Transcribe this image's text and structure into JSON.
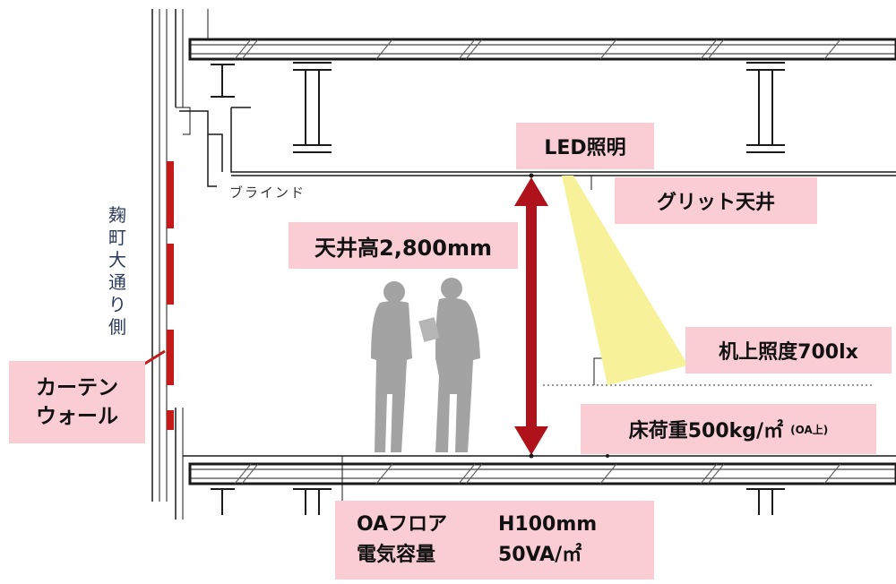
{
  "labels": {
    "led_lighting": "LED照明",
    "grid_ceiling": "グリット天井",
    "ceiling_height": "天井高2,800mm",
    "desk_illuminance": "机上照度700lx",
    "floor_load_main": "床荷重500kg/㎡",
    "floor_load_note": "(OA上)",
    "curtain_wall_line1": "カーテン",
    "curtain_wall_line2": "ウォール",
    "oa_floor": "OAフロア",
    "oa_floor_height": "H100mm",
    "electric_capacity": "電気容量",
    "electric_capacity_value": "50VA/㎡",
    "blind": "ブラインド",
    "street_side": "麹町大通り側"
  },
  "colors": {
    "label_bg": "#f9cdd3",
    "arrow": "#b0121b",
    "light_cone": "#f7f29a",
    "curtain_wall": "#c41a1a",
    "people": "#9a9a9a",
    "structure": "#1a1a1a"
  }
}
